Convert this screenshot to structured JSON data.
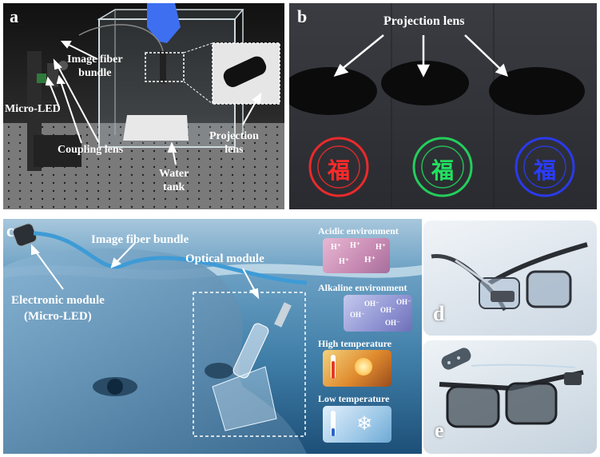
{
  "panel_a": {
    "letter": "a",
    "labels": {
      "image_fiber_line1": "Image fiber",
      "image_fiber_line2": "bundle",
      "micro_led": "Micro-LED",
      "coupling_lens": "Coupling lens",
      "water_line1": "Water",
      "water_line2": "tank",
      "projection_line1": "Projection",
      "projection_line2": "lens"
    }
  },
  "panel_b": {
    "letter": "b",
    "label": "Projection lens",
    "emblem_char": "福",
    "emblem_colors": [
      "#ff2a2a",
      "#22e060",
      "#2a3cff"
    ]
  },
  "panel_c": {
    "letter": "c",
    "labels": {
      "image_fiber": "Image fiber bundle",
      "optical_module": "Optical module",
      "electronic_line1": "Electronic module",
      "electronic_line2": "(Micro-LED)"
    },
    "environments": [
      {
        "label": "Acidic environment",
        "symbols": [
          "H⁺",
          "H⁺",
          "H⁺",
          "H⁺",
          "H⁺"
        ]
      },
      {
        "label": "Alkaline environment",
        "symbols": [
          "OH⁻",
          "OH⁻",
          "OH⁻",
          "OH⁻",
          "OH⁻"
        ]
      },
      {
        "label": "High temperature"
      },
      {
        "label": "Low temperature"
      }
    ]
  },
  "panel_d": {
    "letter": "d"
  },
  "panel_e": {
    "letter": "e"
  }
}
